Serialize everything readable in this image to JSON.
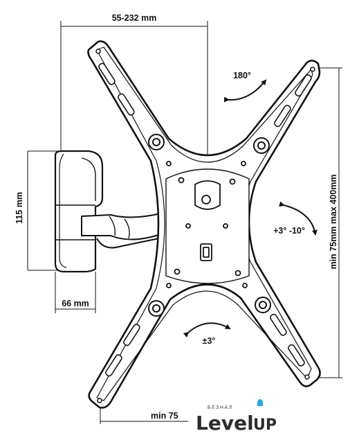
{
  "dimensions": {
    "depth_range": "55-232 mm",
    "wall_plate_height": "115 mm",
    "wall_plate_width": "66 mm",
    "vesa_range": "min 75mm max 400mm",
    "bottom_label": "min 75"
  },
  "rotations": {
    "swivel": "180°",
    "tilt": "+3° -10°",
    "level": "±3°"
  },
  "logo": {
    "small_text": "БЕЗНАЛ",
    "main_text": "Level",
    "suffix_text": "UP"
  },
  "colors": {
    "line": "#111111",
    "logo_dark": "#2c2c2c",
    "logo_accent": "#2aa7e0"
  }
}
